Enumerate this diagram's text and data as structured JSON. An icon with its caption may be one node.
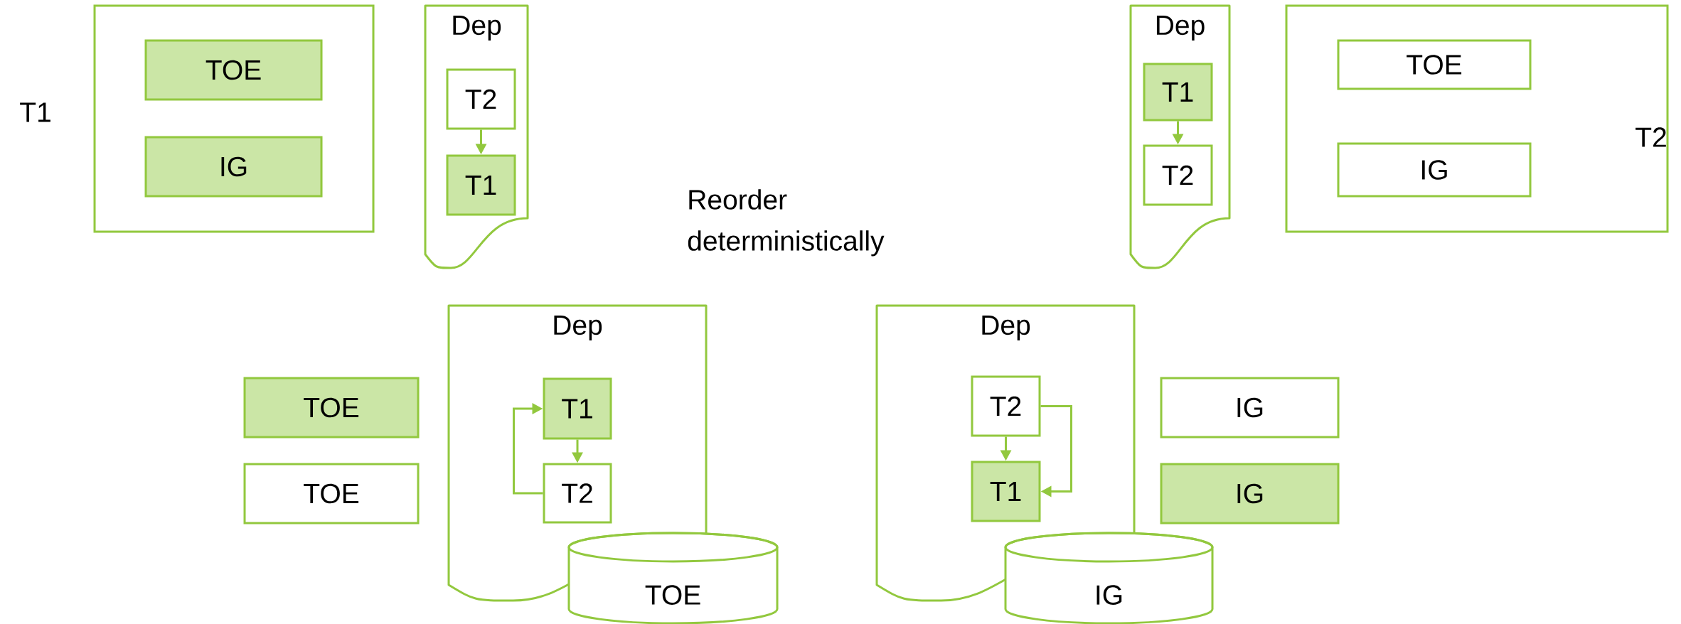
{
  "diagram": {
    "nodes": [
      {
        "text": [],
        "shape": "box"
      },
      {
        "text": [
          "TOE"
        ],
        "in": 0
      },
      {
        "text": [
          "IG"
        ],
        "in": 0
      },
      {
        "text": [
          "Dep"
        ]
      },
      {
        "text": [
          "T2"
        ],
        "in": 3
      },
      {
        "text": [
          "T1"
        ],
        "in": 3
      },
      {
        "text": [
          "Dep"
        ]
      },
      {
        "text": [
          "T1"
        ],
        "in": 6
      },
      {
        "text": [
          "T2"
        ],
        "in": 6
      },
      {
        "text": [],
        "shape": "box"
      },
      {
        "text": [
          "TOE"
        ],
        "in": 9
      },
      {
        "text": [
          "IG"
        ],
        "in": 9
      },
      {
        "text": [
          "TOE"
        ]
      },
      {
        "text": [
          "TOE"
        ]
      },
      {
        "text": [
          "Dep"
        ]
      },
      {
        "text": [
          "T1"
        ],
        "in": 14
      },
      {
        "text": [
          "T2"
        ],
        "in": 14
      },
      {
        "text": [
          "TOE"
        ]
      },
      {
        "text": [
          "Dep"
        ]
      },
      {
        "text": [
          "T2"
        ],
        "in": 18
      },
      {
        "text": [
          "T1"
        ],
        "in": 18
      },
      {
        "text": [
          "IG"
        ]
      },
      {
        "text": [
          "IG"
        ]
      },
      {
        "text": [
          "IG"
        ]
      }
    ],
    "edges": [
      {
        "from": 4,
        "to": 5,
        "arrow": "to"
      },
      {
        "from": 7,
        "to": 8,
        "arrow": "to"
      },
      {
        "from": 15,
        "to": 16,
        "arrow": "to"
      },
      {
        "from": 16,
        "to": 15,
        "arrow": "to"
      },
      {
        "from": 19,
        "to": 20,
        "arrow": "to"
      },
      {
        "from": 19,
        "to": 20,
        "arrow": "to"
      }
    ],
    "labels": [
      "T1",
      "Reorder deterministically",
      "T2"
    ]
  }
}
